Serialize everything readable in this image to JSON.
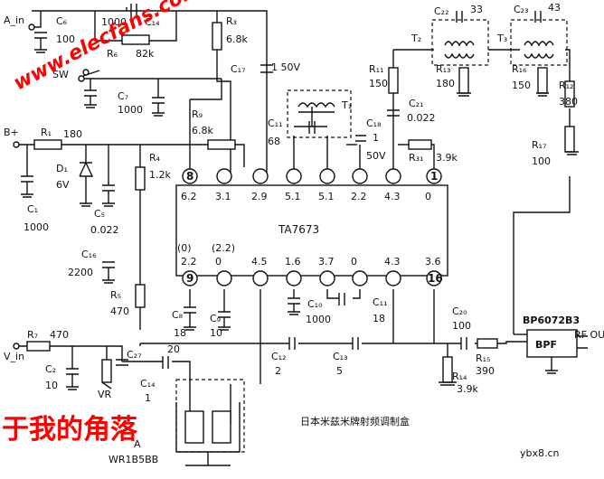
{
  "title": "日本米兹米牌射频调制盒",
  "watermarks": {
    "site": "www.elecfans.com",
    "overlay": "于我的角落",
    "footer": "ybx8.cn"
  },
  "ic": {
    "name": "TA7673",
    "module": "BP6072B3",
    "filter": "BPF"
  },
  "inputs": {
    "audio": "A_in",
    "switch": "SW",
    "supply": "B+",
    "video": "V_in",
    "rf_out": "RF OUT"
  },
  "top_pins": [
    {
      "num": "8",
      "v": "6.2"
    },
    {
      "num": "",
      "v": "3.1"
    },
    {
      "num": "",
      "v": "2.9"
    },
    {
      "num": "",
      "v": "5.1"
    },
    {
      "num": "",
      "v": "5.1"
    },
    {
      "num": "",
      "v": "2.2"
    },
    {
      "num": "",
      "v": "4.3"
    },
    {
      "num": "1",
      "v": "0"
    }
  ],
  "bottom_pins": [
    {
      "num": "9",
      "v": "2.2",
      "alt": "(0)"
    },
    {
      "num": "",
      "v": "0",
      "alt": "(2.2)"
    },
    {
      "num": "",
      "v": "4.5",
      "alt": ""
    },
    {
      "num": "",
      "v": "1.6",
      "alt": ""
    },
    {
      "num": "",
      "v": "3.7",
      "alt": ""
    },
    {
      "num": "",
      "v": "0",
      "alt": ""
    },
    {
      "num": "",
      "v": "4.3",
      "alt": ""
    },
    {
      "num": "16",
      "v": "3.6",
      "alt": ""
    }
  ],
  "components": {
    "C6": "C₆",
    "C6v": "100",
    "C14": "C₁₄",
    "C14v": "1000",
    "R6": "R₆",
    "R6v": "82k",
    "R3": "R₃",
    "R3v": "6.8k",
    "C17": "C₁₇",
    "C17v": "1  50V",
    "C7": "C₇",
    "C7v": "1000",
    "R9": "R₉",
    "R9v": "6.8k",
    "R1": "R₁",
    "R1v": "180",
    "D1": "D₁",
    "D1v": "6V",
    "C1": "C₁",
    "C1v": "1000",
    "C5": "C₅",
    "C5v": "0.022",
    "R4": "R₄",
    "R4v": "1.2k",
    "C11": "C₁₁",
    "C11v": "68",
    "T1": "T₁",
    "C18": "C₁₈",
    "C18v1": "1",
    "C18v2": "50V",
    "T2": "T₂",
    "T3": "T₃",
    "C22": "C₂₂",
    "C22v": "33",
    "C23": "C₂₃",
    "C23v": "43",
    "R11": "R₁₁",
    "R11v": "150",
    "R13": "R₁₃",
    "R13v": "180",
    "R16": "R₁₆",
    "R16v": "150",
    "R12": "R₁₂",
    "R12v": "380",
    "C21": "C₂₁",
    "C21v": "0.022",
    "R31": "R₃₁",
    "R31v": "3.9k",
    "R17": "R₁₇",
    "R17v": "100",
    "C16": "C₁₆",
    "C16v": "2200",
    "R5": "R₅",
    "R5v": "470",
    "C8": "C₈",
    "C8v": "18",
    "C9": "C₉",
    "C9v": "10",
    "C10": "C₁₀",
    "C10v": "1000",
    "C11b": "C₁₁",
    "C11bv": "18",
    "C20": "C₂₀",
    "C20v": "100",
    "R7": "R₇",
    "R7v": "470",
    "C2": "C₂",
    "C2v": "10",
    "VR": "VR",
    "C27": "C₂₇",
    "C27v": "20",
    "C14b": "C₁₄",
    "C14bv": "1",
    "C12": "C₁₂",
    "C12v": "2",
    "C13": "C₁₃",
    "C13v": "5",
    "R14": "R₁₄",
    "R14v": "3.9k",
    "R15": "R₁₅",
    "R15v": "390",
    "WR": "WR1B5BB",
    "WRa": "A"
  }
}
